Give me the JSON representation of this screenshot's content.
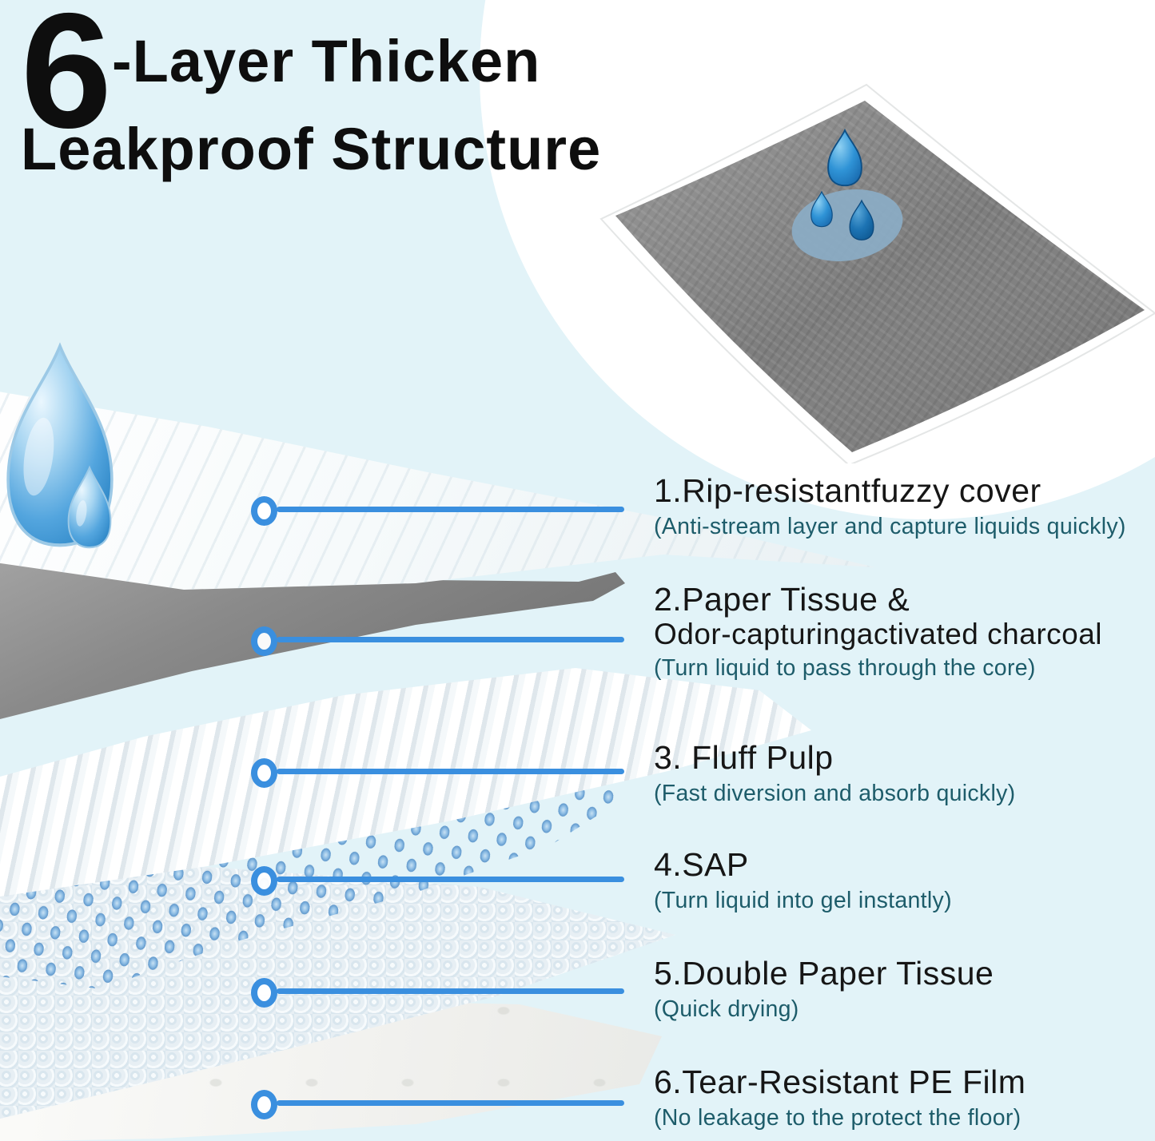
{
  "title": {
    "number": "6",
    "line1_rest": "-Layer Thicken",
    "line2": "Leakproof Structure"
  },
  "annotations": [
    {
      "title": "1.Rip-resistantfuzzy cover",
      "desc": "(Anti-stream layer and capture liquids quickly)"
    },
    {
      "title": "2.Paper Tissue &",
      "title2": "Odor-capturingactivated charcoal",
      "desc": "(Turn liquid to pass through the core)"
    },
    {
      "title": "3. Fluff Pulp",
      "desc": "(Fast diversion and absorb quickly)"
    },
    {
      "title": "4.SAP",
      "desc": "(Turn liquid into gel instantly)"
    },
    {
      "title": "5.Double Paper Tissue",
      "desc": "(Quick drying)"
    },
    {
      "title": "6.Tear-Resistant PE Film",
      "desc": "(No leakage to the protect the floor)"
    }
  ],
  "icons": {
    "water_drop": "water-drop-icon",
    "puddle": "puddle-icon",
    "leader_marker": "leader-dot-icon"
  },
  "colors": {
    "background": "#e2f3f8",
    "white_region": "#ffffff",
    "accent_blue": "#3a8fdf",
    "teal_text": "#1d5c6a",
    "black_text": "#161616",
    "pad_gray": "#7e7e7e",
    "drop_blue": "#2f93d6",
    "drop_dark_blue": "#1d74b4",
    "sap_bead_blue": "#8cbce4"
  }
}
